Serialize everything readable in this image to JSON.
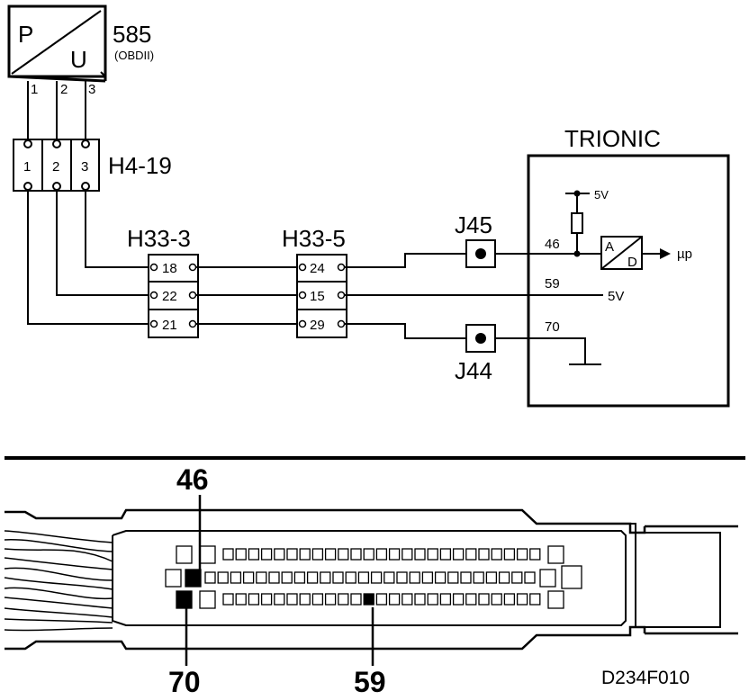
{
  "sensor": {
    "p_label": "P",
    "u_label": "U",
    "id": "585",
    "sub": "(OBDII)",
    "pins": [
      "1",
      "2",
      "3"
    ]
  },
  "connector_h4": {
    "label": "H4-19",
    "pins": [
      "1",
      "2",
      "3"
    ]
  },
  "connector_h33_3": {
    "label": "H33-3",
    "pins": [
      "18",
      "22",
      "21"
    ]
  },
  "connector_h33_5": {
    "label": "H33-5",
    "pins": [
      "24",
      "15",
      "29"
    ]
  },
  "junctions": {
    "j45": "J45",
    "j44": "J44"
  },
  "trionic": {
    "title": "TRIONIC",
    "supply": "5V",
    "pin_46": "46",
    "pin_59": "59",
    "pin_70": "70",
    "out_5v": "5V",
    "adc_a": "A",
    "adc_d": "D",
    "output": "µp"
  },
  "ecu_connector": {
    "pin_46": "46",
    "pin_70": "70",
    "pin_59": "59"
  },
  "figure_code": "D234F010"
}
